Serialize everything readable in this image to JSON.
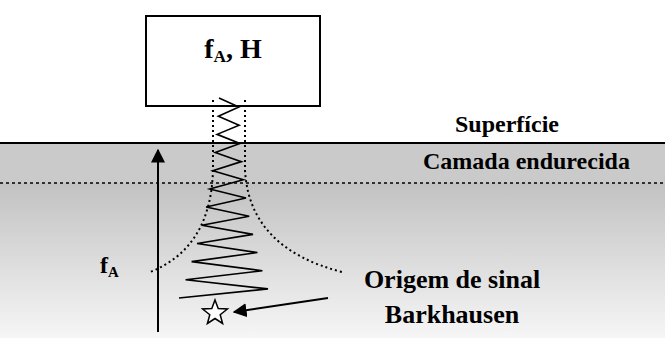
{
  "diagram": {
    "nodes": [
      {
        "text": [
          "fA, H"
        ]
      }
    ],
    "labels": [
      "Superfície",
      "Camada endurecida",
      "fA",
      "Origem de sinal Barkhausen"
    ]
  }
}
